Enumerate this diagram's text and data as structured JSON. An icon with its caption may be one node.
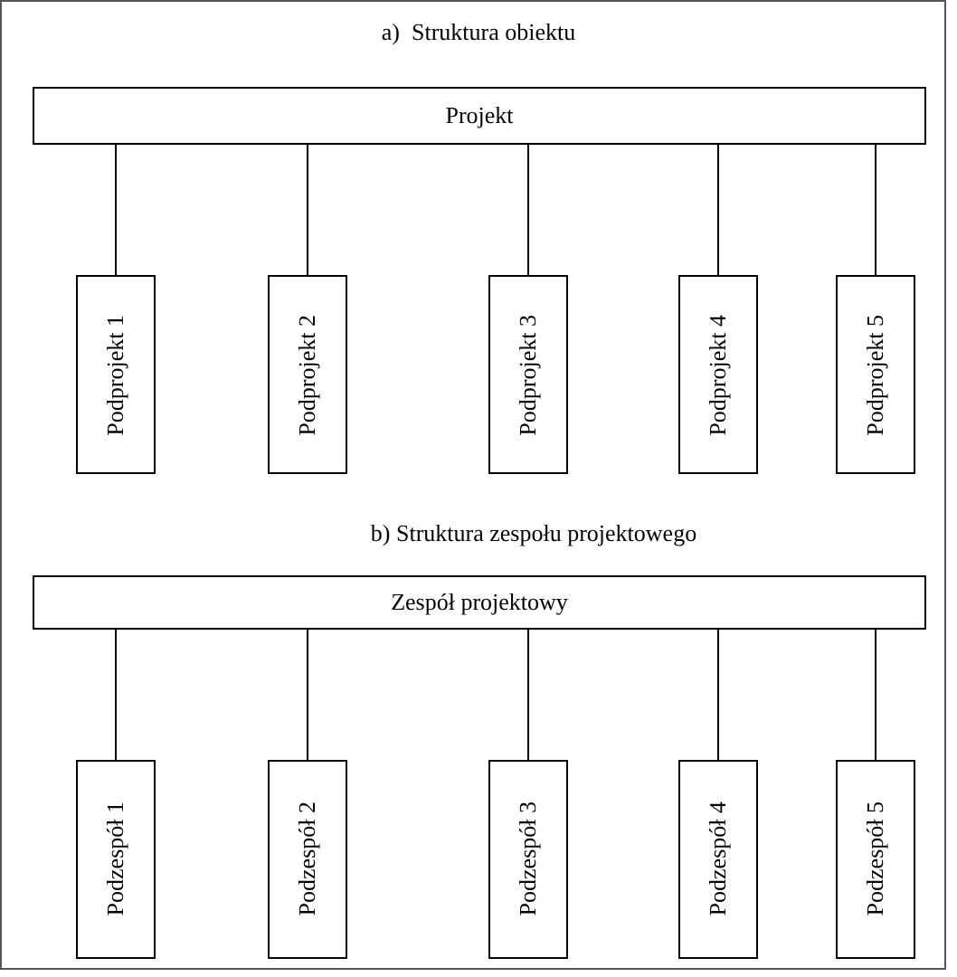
{
  "diagram": {
    "nodes": [
      {
        "text": [
          "Projekt"
        ]
      },
      {
        "text": [
          "Podprojekt 1"
        ]
      },
      {
        "text": [
          "Podprojekt 2"
        ]
      },
      {
        "text": [
          "Podprojekt 3"
        ]
      },
      {
        "text": [
          "Podprojekt 4"
        ]
      },
      {
        "text": [
          "Podprojekt 5"
        ]
      },
      {
        "text": [
          "Zespół projektowy"
        ]
      },
      {
        "text": [
          "Podzespół 1"
        ]
      },
      {
        "text": [
          "Podzespół 2"
        ]
      },
      {
        "text": [
          "Podzespół 3"
        ]
      },
      {
        "text": [
          "Podzespół 4"
        ]
      },
      {
        "text": [
          "Podzespół 5"
        ]
      }
    ],
    "edges": [
      {
        "from": 0,
        "to": 1,
        "arrow": "none"
      },
      {
        "from": 0,
        "to": 2,
        "arrow": "none"
      },
      {
        "from": 0,
        "to": 3,
        "arrow": "none"
      },
      {
        "from": 0,
        "to": 4,
        "arrow": "none"
      },
      {
        "from": 0,
        "to": 5,
        "arrow": "none"
      },
      {
        "from": 6,
        "to": 7,
        "arrow": "none"
      },
      {
        "from": 6,
        "to": 8,
        "arrow": "none"
      },
      {
        "from": 6,
        "to": 9,
        "arrow": "none"
      },
      {
        "from": 6,
        "to": 10,
        "arrow": "none"
      },
      {
        "from": 6,
        "to": 11,
        "arrow": "none"
      }
    ],
    "labels": [
      "a)  Struktura obiektu",
      "b) Struktura zespołu projektowego"
    ]
  }
}
